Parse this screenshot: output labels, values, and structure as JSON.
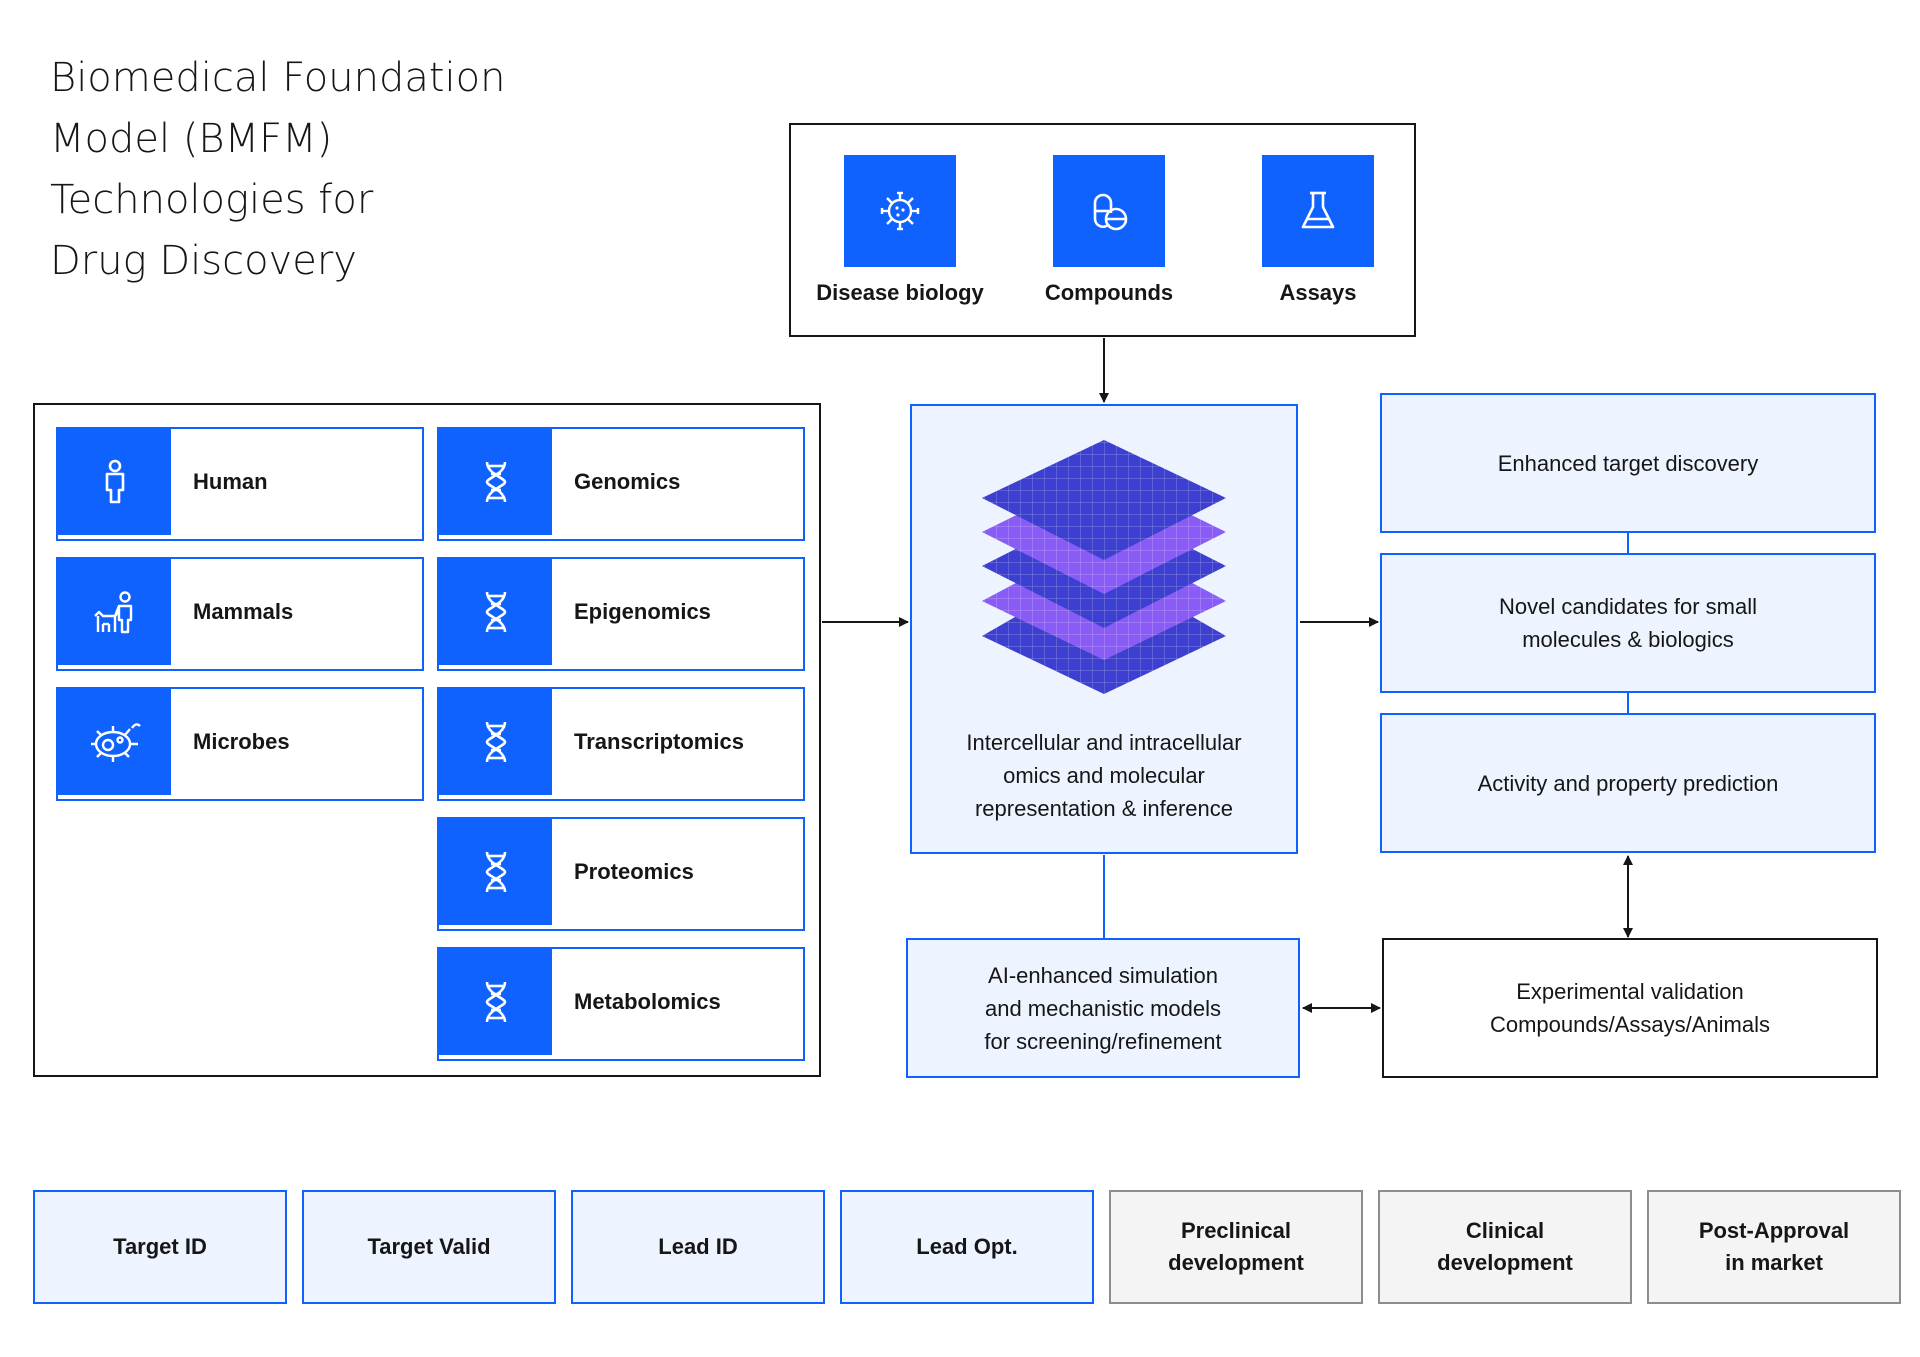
{
  "title": {
    "lines": [
      "Biomedical Foundation",
      "Model (BMFM)",
      "Technologies for",
      "Drug Discovery"
    ]
  },
  "inputs": [
    {
      "label": "Disease biology",
      "icon": "virus-icon"
    },
    {
      "label": "Compounds",
      "icon": "pill-icon"
    },
    {
      "label": "Assays",
      "icon": "flask-icon"
    }
  ],
  "organisms": [
    {
      "label": "Human",
      "icon": "person-icon"
    },
    {
      "label": "Mammals",
      "icon": "animals-icon"
    },
    {
      "label": "Microbes",
      "icon": "microbe-icon"
    }
  ],
  "omics": [
    {
      "label": "Genomics",
      "icon": "dna-icon"
    },
    {
      "label": "Epigenomics",
      "icon": "dna-icon"
    },
    {
      "label": "Transcriptomics",
      "icon": "dna-icon"
    },
    {
      "label": "Proteomics",
      "icon": "dna-icon"
    },
    {
      "label": "Metabolomics",
      "icon": "dna-icon"
    }
  ],
  "model": {
    "caption_lines": [
      "Intercellular and intracellular",
      "omics and molecular",
      "representation & inference"
    ],
    "graphic": "stacked-layers"
  },
  "outputs": [
    {
      "lines": [
        "Enhanced target discovery"
      ]
    },
    {
      "lines": [
        "Novel candidates for small",
        "molecules & biologics"
      ]
    },
    {
      "lines": [
        "Activity and property prediction"
      ]
    }
  ],
  "simulation": {
    "lines": [
      "AI-enhanced simulation",
      "and mechanistic models",
      "for screening/refinement"
    ]
  },
  "validation": {
    "lines": [
      "Experimental validation",
      "Compounds/Assays/Animals"
    ]
  },
  "pipeline": [
    {
      "lines": [
        "Target ID"
      ],
      "active": true
    },
    {
      "lines": [
        "Target Valid"
      ],
      "active": true
    },
    {
      "lines": [
        "Lead ID"
      ],
      "active": true
    },
    {
      "lines": [
        "Lead Opt."
      ],
      "active": true
    },
    {
      "lines": [
        "Preclinical",
        "development"
      ],
      "active": false
    },
    {
      "lines": [
        "Clinical",
        "development"
      ],
      "active": false
    },
    {
      "lines": [
        "Post-Approval",
        "in market"
      ],
      "active": false
    }
  ],
  "colors": {
    "accent": "#0f62fe",
    "box_fill": "#edf4ff",
    "text": "#161616",
    "inactive_border": "#8d8d8d",
    "inactive_fill": "#f4f4f4",
    "layer_dark": "#3c3fd0",
    "layer_light": "#8a5cf6"
  }
}
